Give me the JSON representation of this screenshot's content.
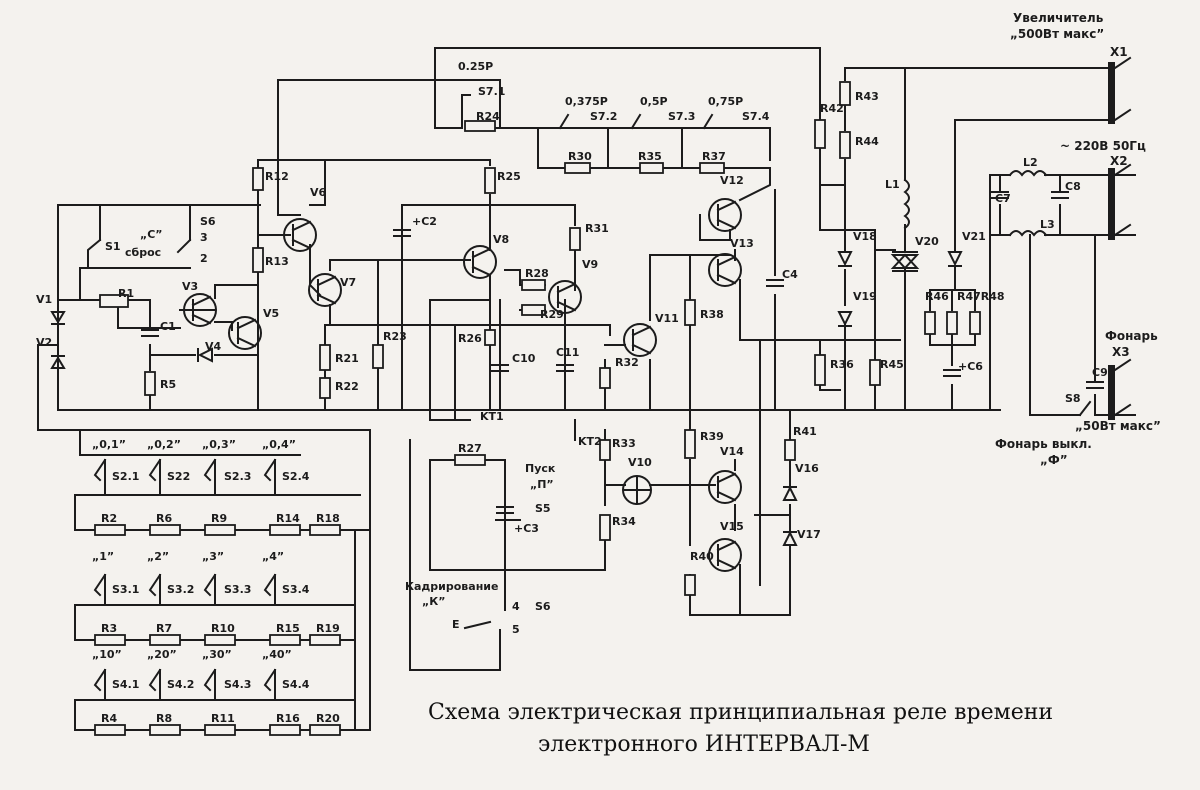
{
  "caption": {
    "line1": "Схема электрическая принципиальная реле времени",
    "line2": "электронного ИНТЕРВАЛ-М"
  },
  "outputs": {
    "x1_title": "Увеличитель",
    "x1_sub": "„500Вт макс”",
    "x1": "X1",
    "mains": "~ 220В 50Гц",
    "x2": "X2",
    "lamp": "Фонарь",
    "x3": "X3",
    "lamp_sub": "„50Вт макс”",
    "lamp_off": "Фонарь выкл.",
    "lamp_off_sub": "„Ф”",
    "s8": "S8"
  },
  "switches": {
    "s1": "S1",
    "s1_label": "„С”",
    "s1_sub": "сброс",
    "s6": "S6",
    "s6_pos_a": "3",
    "s6_pos_b": "2",
    "s6_pos_c": "4",
    "s6_pos_d": "5",
    "s5": "S5",
    "start": "Пуск",
    "start_sub": "„П”",
    "framing": "Кадрирование",
    "framing_sub": "„К”",
    "framing_e": "E",
    "s7_1": "S7.1",
    "s7_2": "S7.2",
    "s7_3": "S7.3",
    "s7_4": "S7.4",
    "p025": "0.25Р",
    "p0375": "0,375Р",
    "p05": "0,5Р",
    "p075": "0,75Р"
  },
  "rows": [
    {
      "marks": [
        "„0,1”",
        "„0,2”",
        "„0,3”",
        "„0,4”"
      ],
      "switches": [
        "S2.1",
        "S22",
        "S2.3",
        "S2.4"
      ],
      "resistors": [
        "R2",
        "R6",
        "R9",
        "R14",
        "R18"
      ]
    },
    {
      "marks": [
        "„1”",
        "„2”",
        "„3”",
        "„4”"
      ],
      "switches": [
        "S3.1",
        "S3.2",
        "S3.3",
        "S3.4"
      ],
      "resistors": [
        "R3",
        "R7",
        "R10",
        "R15",
        "R19"
      ]
    },
    {
      "marks": [
        "„10”",
        "„20”",
        "„30”",
        "„40”"
      ],
      "switches": [
        "S4.1",
        "S4.2",
        "S4.3",
        "S4.4"
      ],
      "resistors": [
        "R4",
        "R8",
        "R11",
        "R16",
        "R20"
      ]
    }
  ],
  "labels": {
    "r1": "R1",
    "r5": "R5",
    "r12": "R12",
    "r13": "R13",
    "r21": "R21",
    "r22": "R22",
    "r23": "R23",
    "r24": "R24",
    "r25": "R25",
    "r26": "R26",
    "r27": "R27",
    "r28": "R28",
    "r29": "R29",
    "r30": "R30",
    "r31": "R31",
    "r32": "R32",
    "r33": "R33",
    "r34": "R34",
    "r35": "R35",
    "r36": "R36",
    "r37": "R37",
    "r38": "R38",
    "r39": "R39",
    "r40": "R40",
    "r41": "R41",
    "r42": "R42",
    "r43": "R43",
    "r44": "R44",
    "r45": "R45",
    "r46": "R46",
    "r47": "R47R48",
    "c1": "C1",
    "c2": "+C2",
    "c3": "+C3",
    "c4": "C4",
    "c6": "+C6",
    "c7": "C7",
    "c8": "C8",
    "c9": "C9",
    "c10": "C10",
    "c11": "C11",
    "v1": "V1",
    "v2": "V2",
    "v3": "V3",
    "v4": "V4",
    "v5": "V5",
    "v6": "V6",
    "v7": "V7",
    "v8": "V8",
    "v9": "V9",
    "v10": "V10",
    "v11": "V11",
    "v12": "V12",
    "v13": "V13",
    "v14": "V14",
    "v15": "V15",
    "v16": "V16",
    "v17": "V17",
    "v18": "V18",
    "v19": "V19",
    "v20": "V20",
    "v21": "V21",
    "l1": "L1",
    "l2": "L2",
    "l3": "L3",
    "kt1": "KT1",
    "kt2": "KT2"
  }
}
